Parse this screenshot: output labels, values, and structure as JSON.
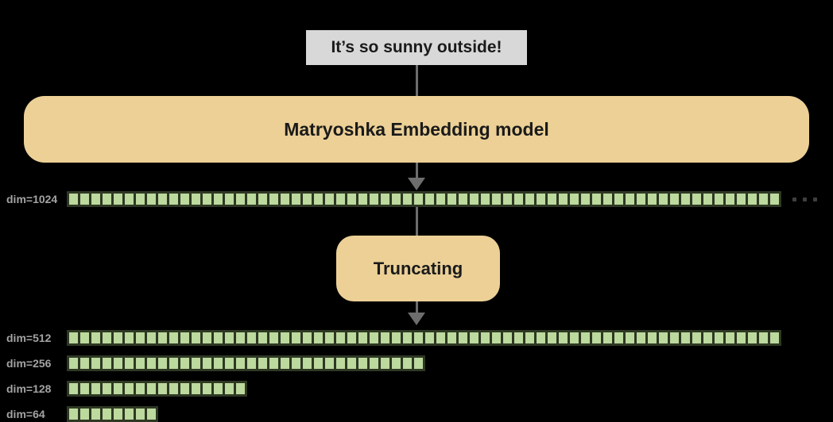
{
  "colors": {
    "background": "#000000",
    "input_box_bg": "#d8d8d8",
    "model_box_bg": "#ecd096",
    "square_fill": "#bcd99e",
    "square_border": "#2e3823",
    "dim_label": "#a3a3a3",
    "arrow": "#6d6d6d",
    "dots": "#3f3f3f",
    "text_dark": "#1a1a1a"
  },
  "input_box": {
    "text": "It’s so sunny outside!"
  },
  "model_box": {
    "text": "Matryoshka Embedding model"
  },
  "truncating_box": {
    "text": "Truncating"
  },
  "rows": [
    {
      "label": "dim=1024",
      "squares": 64,
      "truncated_ellipsis": true
    },
    {
      "label": "dim=512",
      "squares": 64
    },
    {
      "label": "dim=256",
      "squares": 32
    },
    {
      "label": "dim=128",
      "squares": 16
    },
    {
      "label": "dim=64",
      "squares": 8
    }
  ],
  "ellipsis_dots": 3
}
